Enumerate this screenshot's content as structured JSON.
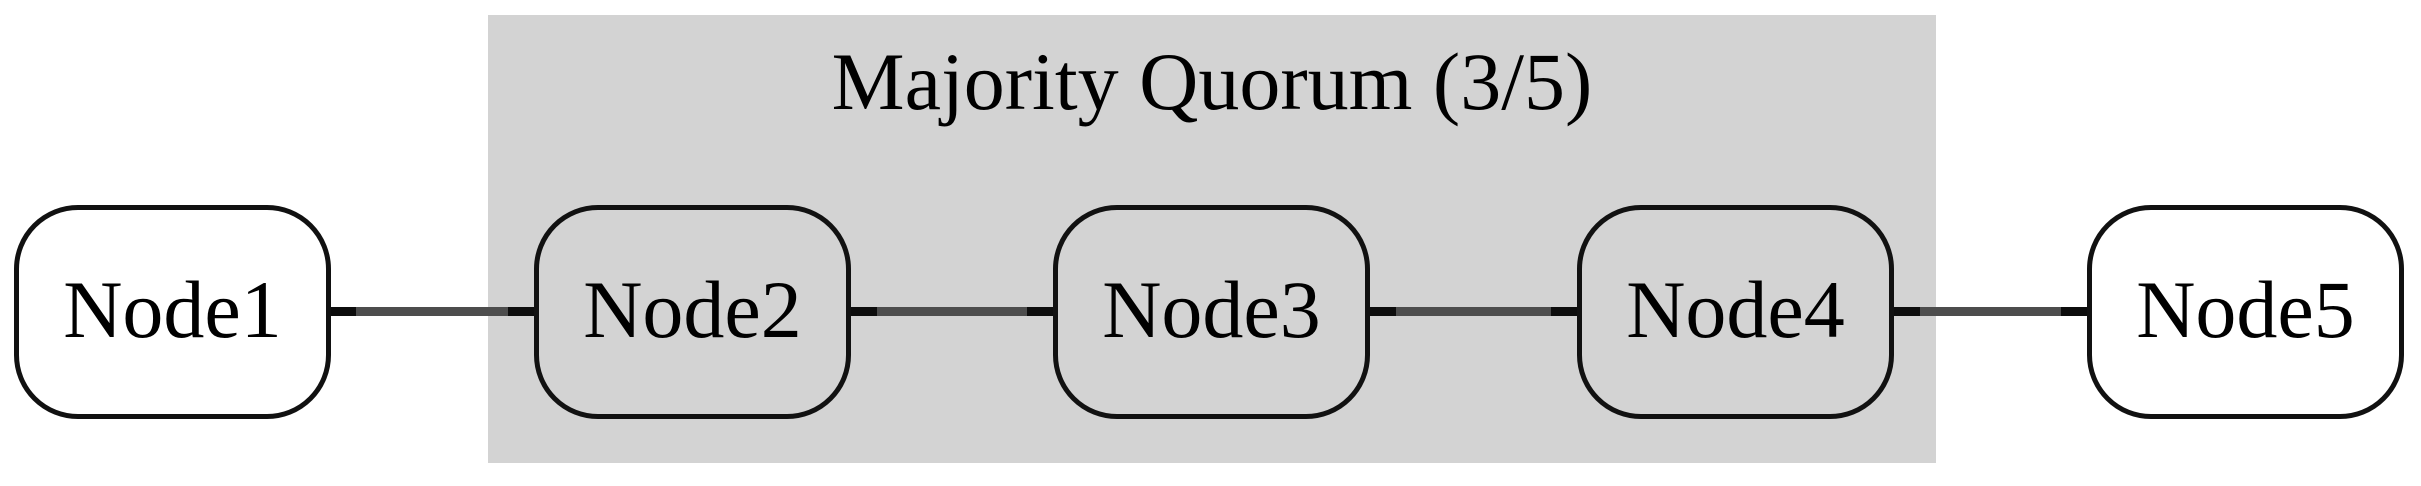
{
  "diagram": {
    "title": "",
    "cluster": {
      "label": "Majority Quorum (3/5)",
      "member_nodes": [
        "Node2",
        "Node3",
        "Node4"
      ]
    },
    "nodes": [
      {
        "id": "node1",
        "label": "Node1",
        "in_quorum": false
      },
      {
        "id": "node2",
        "label": "Node2",
        "in_quorum": true
      },
      {
        "id": "node3",
        "label": "Node3",
        "in_quorum": true
      },
      {
        "id": "node4",
        "label": "Node4",
        "in_quorum": true
      },
      {
        "id": "node5",
        "label": "Node5",
        "in_quorum": false
      }
    ],
    "edges": [
      {
        "from": "Node1",
        "to": "Node2"
      },
      {
        "from": "Node2",
        "to": "Node3"
      },
      {
        "from": "Node3",
        "to": "Node4"
      },
      {
        "from": "Node4",
        "to": "Node5"
      }
    ]
  },
  "colors": {
    "page_bg": "#ffffff",
    "cluster_bg": "#d3d3d3",
    "node_fill": "#ffffff",
    "node_border": "#111111",
    "edge_color": "#4d4d4d",
    "edge_end_color": "#0d0d0d",
    "text": "#000000"
  }
}
